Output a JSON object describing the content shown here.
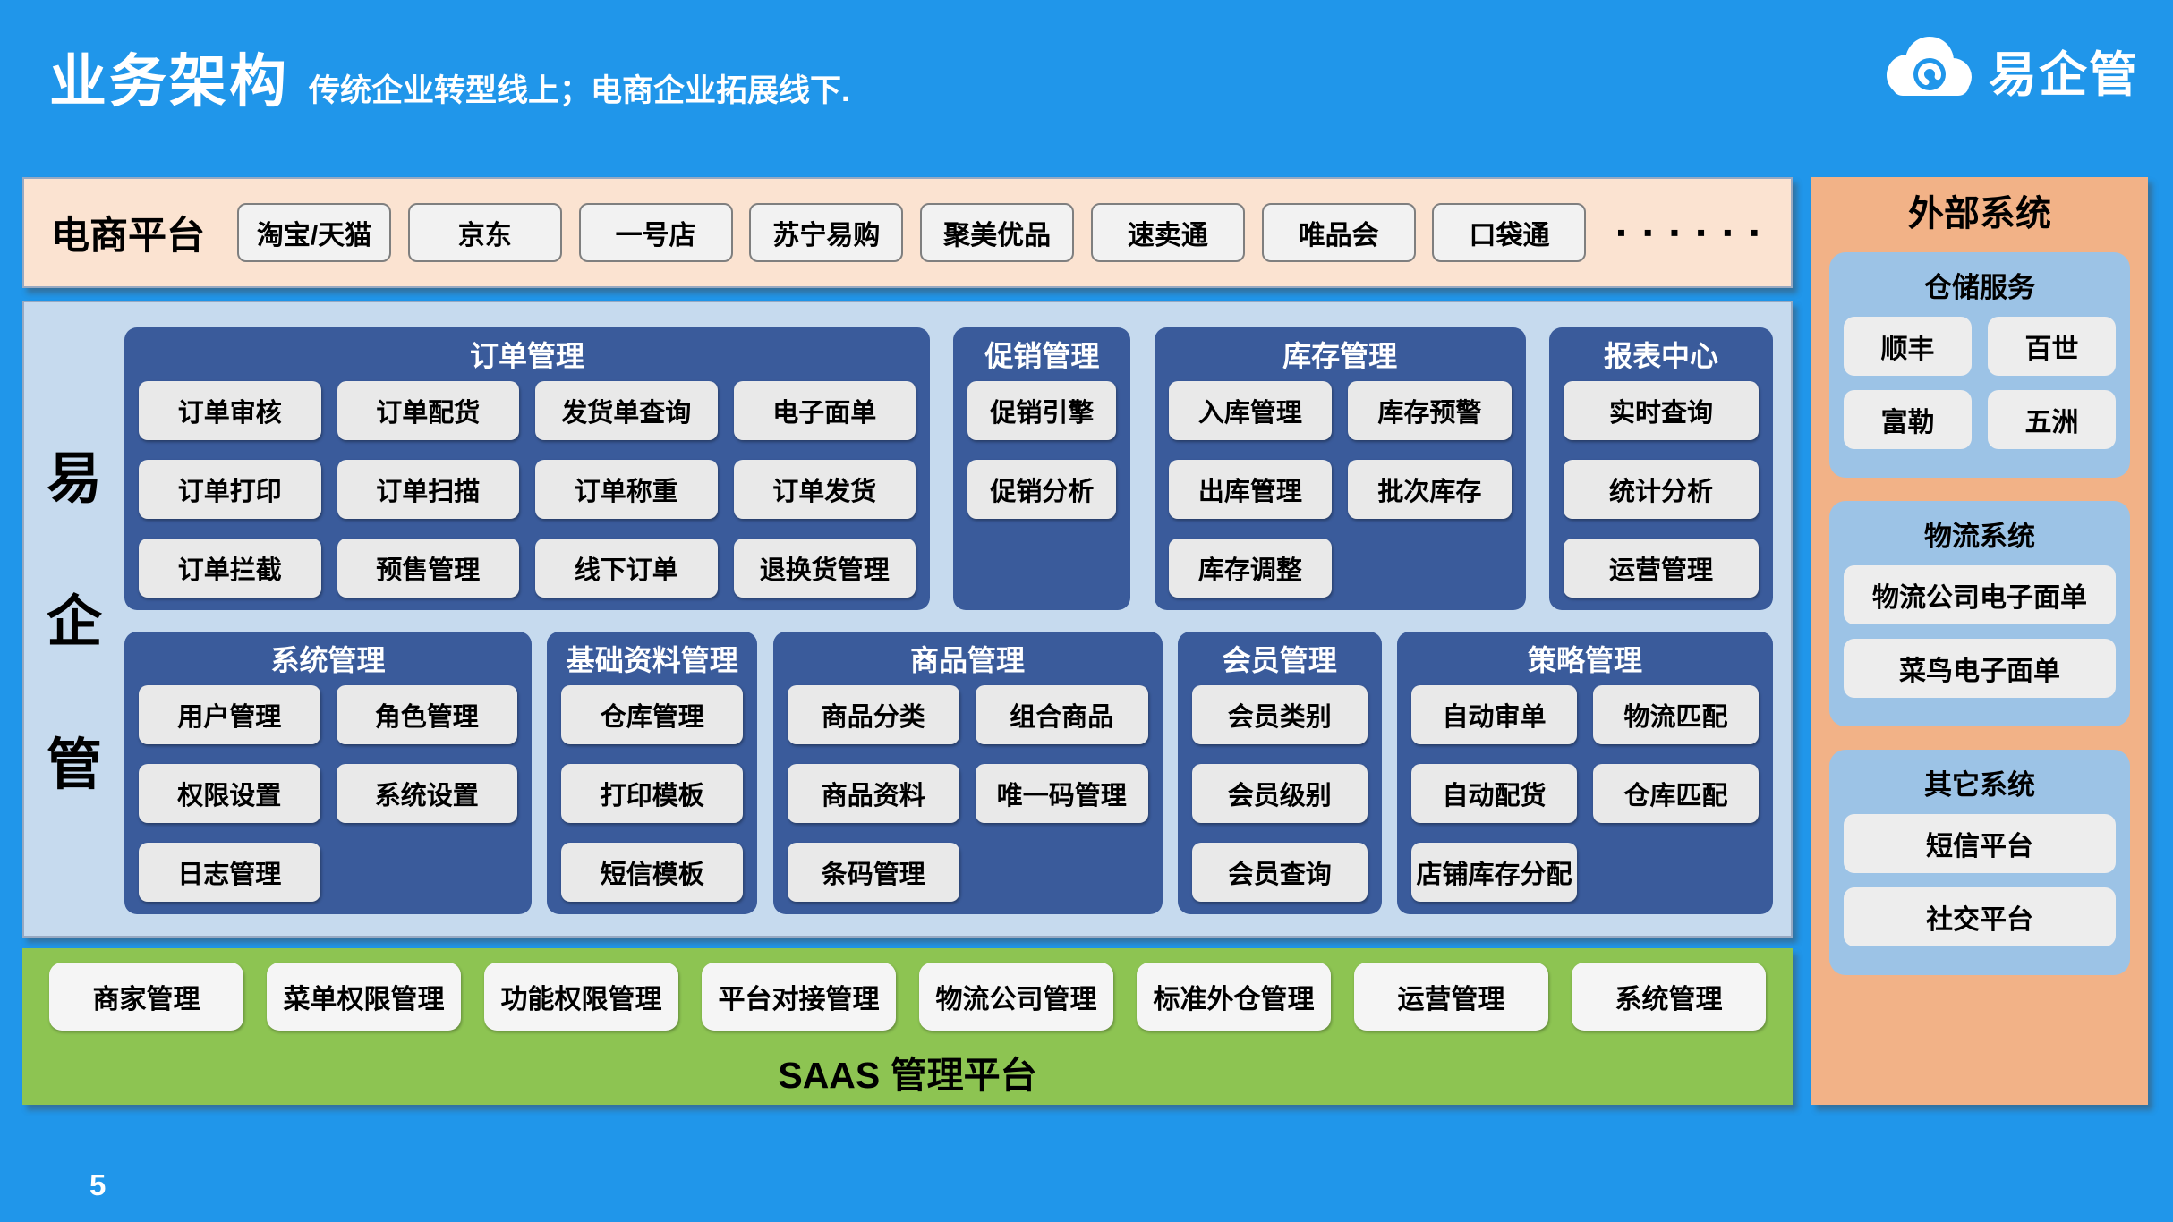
{
  "header": {
    "title": "业务架构",
    "subtitle": "传统企业转型线上；电商企业拓展线下.",
    "logo_text": "易企管"
  },
  "ecommerce_bar": {
    "label": "电商平台",
    "platforms": [
      "淘宝/天猫",
      "京东",
      "一号店",
      "苏宁易购",
      "聚美优品",
      "速卖通",
      "唯品会",
      "口袋通"
    ],
    "ellipsis": "▪ ▪ ▪ ▪ ▪ ▪"
  },
  "brand_vertical": {
    "chars": [
      "易",
      "企",
      "管"
    ]
  },
  "modules": {
    "row1": [
      {
        "title": "订单管理",
        "items": [
          "订单审核",
          "订单配货",
          "发货单查询",
          "电子面单",
          "订单打印",
          "订单扫描",
          "订单称重",
          "订单发货",
          "订单拦截",
          "预售管理",
          "线下订单",
          "退换货管理"
        ]
      },
      {
        "title": "促销管理",
        "items": [
          "促销引擎",
          "促销分析"
        ]
      },
      {
        "title": "库存管理",
        "items": [
          "入库管理",
          "库存预警",
          "出库管理",
          "批次库存",
          "库存调整"
        ]
      },
      {
        "title": "报表中心",
        "items": [
          "实时查询",
          "统计分析",
          "运营管理"
        ]
      }
    ],
    "row2": [
      {
        "title": "系统管理",
        "items": [
          "用户管理",
          "角色管理",
          "权限设置",
          "系统设置",
          "日志管理"
        ]
      },
      {
        "title": "基础资料管理",
        "items": [
          "仓库管理",
          "打印模板",
          "短信模板"
        ]
      },
      {
        "title": "商品管理",
        "items": [
          "商品分类",
          "组合商品",
          "商品资料",
          "唯一码管理",
          "条码管理"
        ]
      },
      {
        "title": "会员管理",
        "items": [
          "会员类别",
          "会员级别",
          "会员查询"
        ]
      },
      {
        "title": "策略管理",
        "items": [
          "自动审单",
          "物流匹配",
          "自动配货",
          "仓库匹配",
          "店铺库存分配"
        ]
      }
    ]
  },
  "saas_bar": {
    "items": [
      "商家管理",
      "菜单权限管理",
      "功能权限管理",
      "平台对接管理",
      "物流公司管理",
      "标准外仓管理",
      "运营管理",
      "系统管理"
    ],
    "label": "SAAS 管理平台"
  },
  "external": {
    "title": "外部系统",
    "sections": [
      {
        "title": "仓储服务",
        "items": [
          "顺丰",
          "百世",
          "富勒",
          "五洲"
        ]
      },
      {
        "title": "物流系统",
        "items": [
          "物流公司电子面单",
          "菜鸟电子面单"
        ]
      },
      {
        "title": "其它系统",
        "items": [
          "短信平台",
          "社交平台"
        ]
      }
    ]
  },
  "footer": {
    "page_number": "5"
  },
  "colors": {
    "background": "#2096ea",
    "panel_dark_blue": "#3a5b9b",
    "main_light_blue": "#c6daee",
    "section_light_blue": "#9cc3e6",
    "top_bar_peach": "#fbe3d1",
    "external_panel_peach": "#f2b287",
    "saas_green": "#8dc452",
    "button_gray": "#ececec"
  }
}
